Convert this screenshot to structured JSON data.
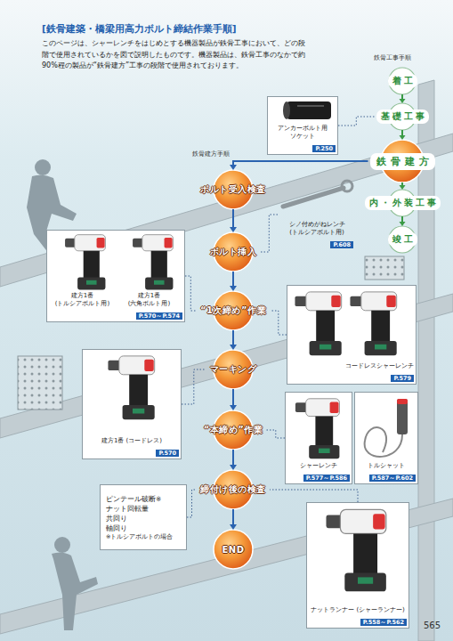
{
  "diagram": {
    "title": "[鉄骨建築・橋梁用高力ボルト締結作業手順]",
    "nodes": [
      {
        "text": [
          "着工"
        ]
      },
      {
        "text": [
          "基礎工事"
        ]
      },
      {
        "text": [
          "鉄骨建方"
        ]
      },
      {
        "text": [
          "内・外装工事"
        ]
      },
      {
        "text": [
          "竣工"
        ]
      },
      {
        "text": [
          "アンカーボルト用 ソケット",
          "P.250"
        ]
      },
      {
        "text": [
          "ボルト受入検査"
        ]
      },
      {
        "text": [
          "シノ付めがねレンチ (トルシアボルト用)",
          "P.608"
        ]
      },
      {
        "text": [
          "ボルト挿入"
        ]
      },
      {
        "text": [
          "建方1番 (トルシアボルト用)",
          "建方1番 (六角ボルト用)",
          "P.570～P.574"
        ]
      },
      {
        "text": [
          "“1次締め”作業"
        ]
      },
      {
        "text": [
          "コードレスシャーレンチ",
          "P.579"
        ]
      },
      {
        "text": [
          "マーキング"
        ]
      },
      {
        "text": [
          "建方1番 (コードレス)",
          "P.570"
        ]
      },
      {
        "text": [
          "“本締め”作業"
        ]
      },
      {
        "text": [
          "シャーレンチ",
          "P.577～P.586"
        ]
      },
      {
        "text": [
          "トルシャット",
          "P.587～P.602"
        ]
      },
      {
        "text": [
          "締付け後の検査"
        ]
      },
      {
        "text": [
          "ピンテール破断※",
          "ナット回転量",
          "共回り",
          "軸回り",
          "※トルシアボルトの場合"
        ]
      },
      {
        "text": [
          "END"
        ]
      },
      {
        "text": [
          "ナットランナー (シャーランナー)",
          "P.558～P.562"
        ]
      }
    ],
    "edges": [
      {
        "from": 0,
        "to": 1,
        "arrow": "to"
      },
      {
        "from": 1,
        "to": 2,
        "arrow": "to"
      },
      {
        "from": 2,
        "to": 3,
        "arrow": "to"
      },
      {
        "from": 3,
        "to": 4,
        "arrow": "to"
      },
      {
        "from": 2,
        "to": 6,
        "arrow": "to"
      },
      {
        "from": 6,
        "to": 8,
        "arrow": "to"
      },
      {
        "from": 8,
        "to": 10,
        "arrow": "to"
      },
      {
        "from": 10,
        "to": 12,
        "arrow": "to"
      },
      {
        "from": 12,
        "to": 14,
        "arrow": "to"
      },
      {
        "from": 14,
        "to": 17,
        "arrow": "to"
      },
      {
        "from": 17,
        "to": 19,
        "arrow": "to"
      },
      {
        "from": 5,
        "to": 1,
        "arrow": "none"
      },
      {
        "from": 7,
        "to": 8,
        "arrow": "none"
      },
      {
        "from": 9,
        "to": 10,
        "arrow": "none"
      },
      {
        "from": 11,
        "to": 10,
        "arrow": "none"
      },
      {
        "from": 13,
        "to": 12,
        "arrow": "none"
      },
      {
        "from": 15,
        "to": 14,
        "arrow": "none"
      },
      {
        "from": 18,
        "to": 17,
        "arrow": "none"
      },
      {
        "from": 20,
        "to": 17,
        "arrow": "none"
      }
    ],
    "labels": [
      "このページは、シャーレンチをはじめとする機器製品が鉄骨工事において、どの段階で使用されているかを図で説明したものです。機器製品は、鉄骨工事のなかで約90%程の製品が“鉄骨建方”工事の段階で使用されております。",
      "鉄骨工事手順",
      "鉄骨建方手順",
      "565"
    ]
  }
}
